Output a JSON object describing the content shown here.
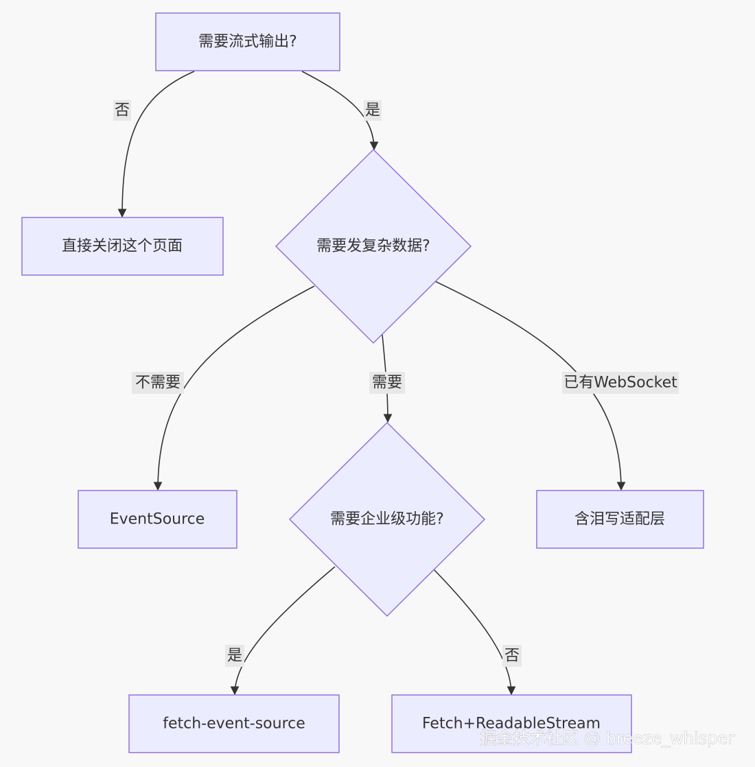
{
  "nodes": {
    "need_stream": "需要流式输出?",
    "close_page": "直接关闭这个页面",
    "need_complex": "需要发复杂数据?",
    "eventsource": "EventSource",
    "need_enterprise": "需要企业级功能?",
    "wrapper_layer": "含泪写适配层",
    "fetch_event_source": "fetch-event-source",
    "fetch_readable": "Fetch+ReadableStream"
  },
  "edges": {
    "stream_no": "否",
    "stream_yes": "是",
    "complex_no": "不需要",
    "complex_yes": "需要",
    "complex_ws": "已有WebSocket",
    "enterprise_yes": "是",
    "enterprise_no": "否"
  },
  "watermark": "掘金技术社区 @ breeze_whisper",
  "colors": {
    "node_fill": "#ececff",
    "node_stroke": "#9370db",
    "edge": "#333333",
    "label_bg": "#e8e8e8",
    "background": "#f8f8f8"
  }
}
